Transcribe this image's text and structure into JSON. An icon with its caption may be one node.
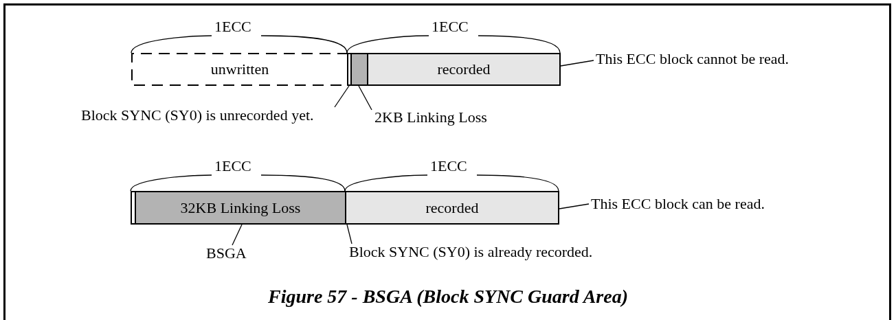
{
  "diagram": {
    "caption": "Figure 57 - BSGA (Block SYNC Guard Area)",
    "nodes": [
      {
        "text": [
          "unwritten"
        ]
      },
      {
        "text": [],
        "shape": "bar"
      },
      {
        "text": [],
        "shape": "bar"
      },
      {
        "text": [
          "recorded"
        ]
      },
      {
        "text": [
          "Block SYNC (SY0) is unrecorded yet."
        ]
      },
      {
        "text": [
          "2KB Linking Loss"
        ]
      },
      {
        "text": [
          "This ECC block cannot be read."
        ]
      },
      {
        "text": [],
        "shape": "bar"
      },
      {
        "text": [
          "32KB Linking Loss"
        ]
      },
      {
        "text": [
          "recorded"
        ]
      },
      {
        "text": [
          "BSGA"
        ]
      },
      {
        "text": [
          "Block SYNC (SY0) is already recorded."
        ]
      },
      {
        "text": [
          "This ECC block can be read."
        ]
      }
    ],
    "edges": [
      {
        "from": 4,
        "to": 1,
        "arrow": "none"
      },
      {
        "from": 5,
        "to": 2,
        "arrow": "none"
      },
      {
        "from": 6,
        "to": 3,
        "arrow": "none"
      },
      {
        "from": 10,
        "to": 8,
        "arrow": "none"
      },
      {
        "from": 11,
        "to": 9,
        "arrow": "none"
      },
      {
        "from": 12,
        "to": 9,
        "arrow": "none"
      }
    ],
    "labels": [
      "1ECC",
      "1ECC",
      "1ECC",
      "1ECC"
    ]
  }
}
